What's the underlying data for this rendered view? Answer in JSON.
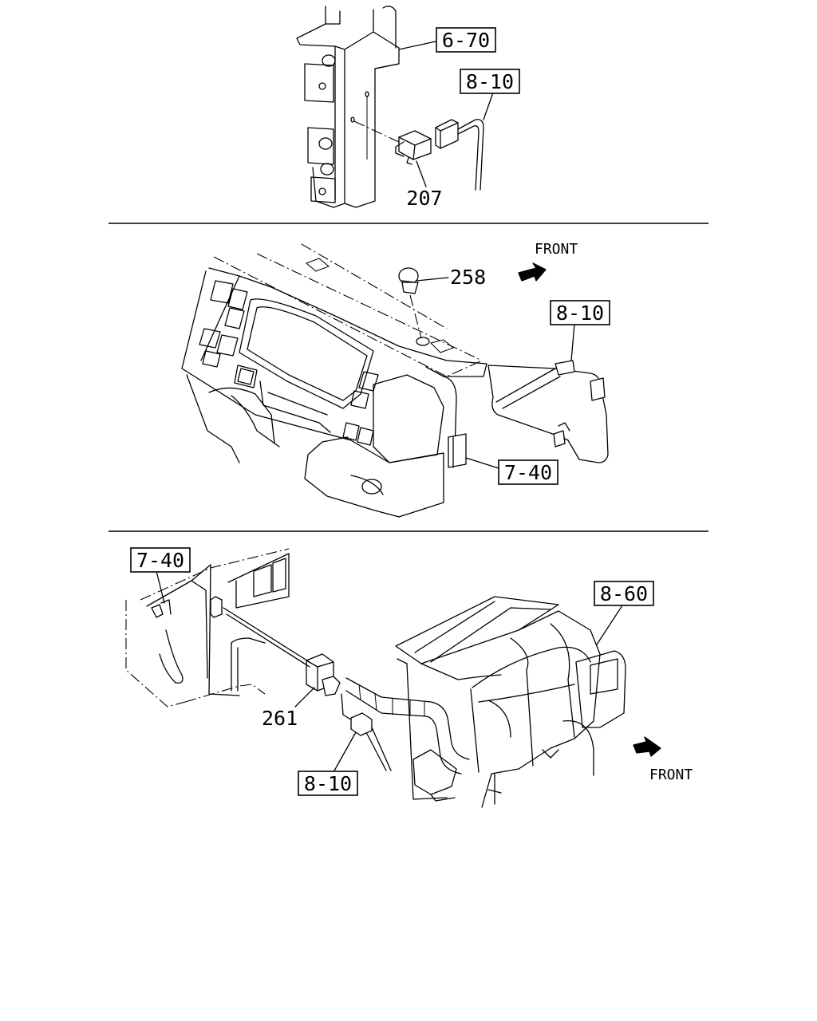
{
  "panels": [
    {
      "id": "top",
      "refs": [
        "6-70",
        "8-10"
      ],
      "parts": [
        "207"
      ]
    },
    {
      "id": "middle",
      "refs": [
        "8-10",
        "7-40"
      ],
      "parts": [
        "258"
      ],
      "direction": "FRONT"
    },
    {
      "id": "bottom",
      "refs": [
        "7-40",
        "8-60",
        "8-10"
      ],
      "parts": [
        "261"
      ],
      "direction": "FRONT"
    }
  ],
  "icons": {
    "front_arrow": "arrow-icon"
  }
}
